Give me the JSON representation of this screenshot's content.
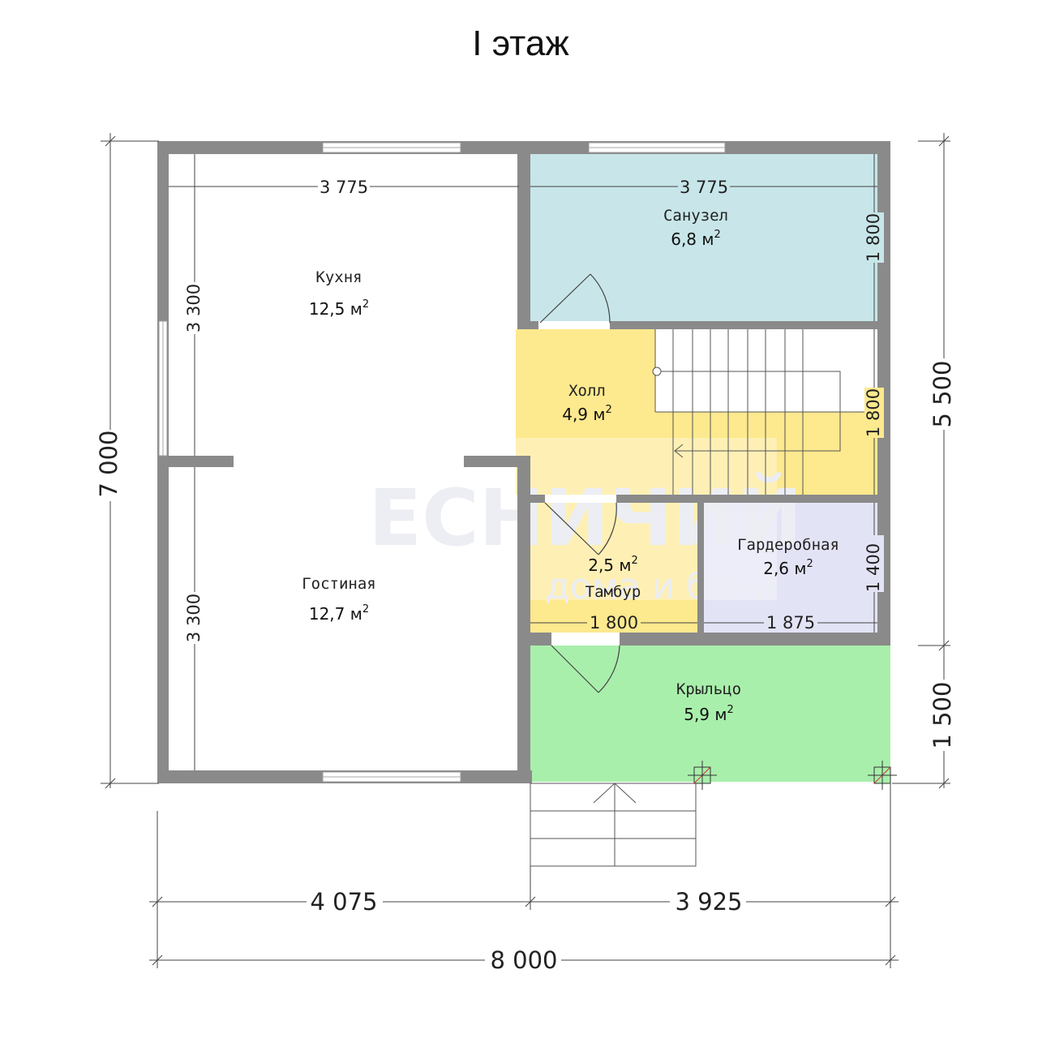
{
  "title": "I этаж",
  "watermark": {
    "line1": "ЕСНИЧИЙ",
    "line2": "дома и бани"
  },
  "unit_sup": "2",
  "rooms": [
    {
      "name": "Кухня",
      "area": "12,5 м",
      "color": "#ffffff"
    },
    {
      "name": "Санузел",
      "area": "6,8 м",
      "color": "#c8e6e9"
    },
    {
      "name": "Холл",
      "area": "4,9 м",
      "color": "#fde98e"
    },
    {
      "name": "Гостиная",
      "area": "12,7 м",
      "color": "#ffffff"
    },
    {
      "name": "Тамбур",
      "area": "2,5 м",
      "color": "#fde98e"
    },
    {
      "name": "Гардеробная",
      "area": "2,6 м",
      "color": "#e3e3f6"
    },
    {
      "name": "Крыльцо",
      "area": "5,9 м",
      "color": "#a9efac"
    }
  ],
  "dims_inner": {
    "kitchen_width": "3 775",
    "bath_width": "3 775",
    "bath_depth": "1 800",
    "kitchen_depth": "3 300",
    "hall_depth": "1 800",
    "living_depth": "3 300",
    "wardrobe_depth": "1 400",
    "vestibule_width": "1 800",
    "wardrobe_width": "1 875"
  },
  "dims_outer": {
    "left_total": "7 000",
    "right_upper": "5 500",
    "right_lower": "1 500",
    "bottom_left": "4 075",
    "bottom_right": "3 925",
    "bottom_total": "8 000"
  },
  "colors": {
    "wall": "#8a8a8a",
    "line": "#444444"
  }
}
